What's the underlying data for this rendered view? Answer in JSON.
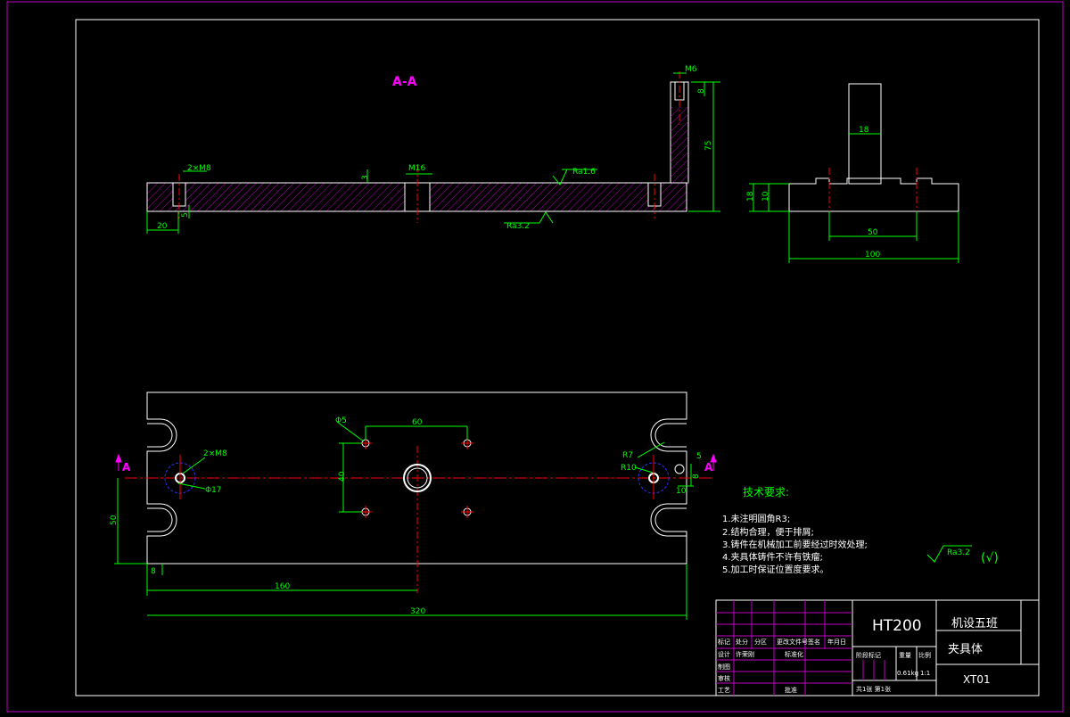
{
  "section_label": "A-A",
  "section_dims": {
    "m6": "M6",
    "d8": "8",
    "d75": "75",
    "d2xm8": "2×M8",
    "d3": "3",
    "m16": "M16",
    "ra16": "Ra1.6",
    "ra32": "Ra3.2",
    "d20": "20",
    "d5": "5"
  },
  "side_dims": {
    "d18top": "18",
    "d18": "18",
    "d10": "10",
    "d50": "50",
    "d100": "100"
  },
  "plan_dims": {
    "phi5": "Φ5",
    "d60": "60",
    "d40": "40",
    "twoxm8": "2×M8",
    "phi17": "Φ17",
    "r7": "R7",
    "r10": "R10",
    "d5": "5",
    "d8r": "8",
    "d10": "10",
    "d50": "50",
    "d8": "8",
    "d160": "160",
    "d320": "320",
    "sectionA_left": "A",
    "sectionA_right": "A"
  },
  "tech": {
    "title": "技术要求:",
    "items": [
      "1.未注明圆角R3;",
      "2.结构合理，便于排屑;",
      "3.铸件在机械加工前要经过时效处理;",
      "4.夹具体铸件不许有铁瘤;",
      "5.加工时保证位置度要求。"
    ],
    "roughness": "Ra3.2",
    "check": "(√)"
  },
  "title_block": {
    "material": "HT200",
    "class_name": "机设五班",
    "part_name": "夹具体",
    "drawing_no": "XT01",
    "row_labels": [
      "标记",
      "处分",
      "分区",
      "更改文件号",
      "签名",
      "年月日"
    ],
    "design": "设计",
    "designer": "许荣刚",
    "std": "标准化",
    "draw": "制图",
    "review": "审核",
    "process": "工艺",
    "approve": "批准",
    "stage": "阶段标记",
    "weight": "重量",
    "scale": "比例",
    "weight_val": "0.61kg",
    "scale_val": "1:1",
    "sheets": "共1张 第1张"
  }
}
